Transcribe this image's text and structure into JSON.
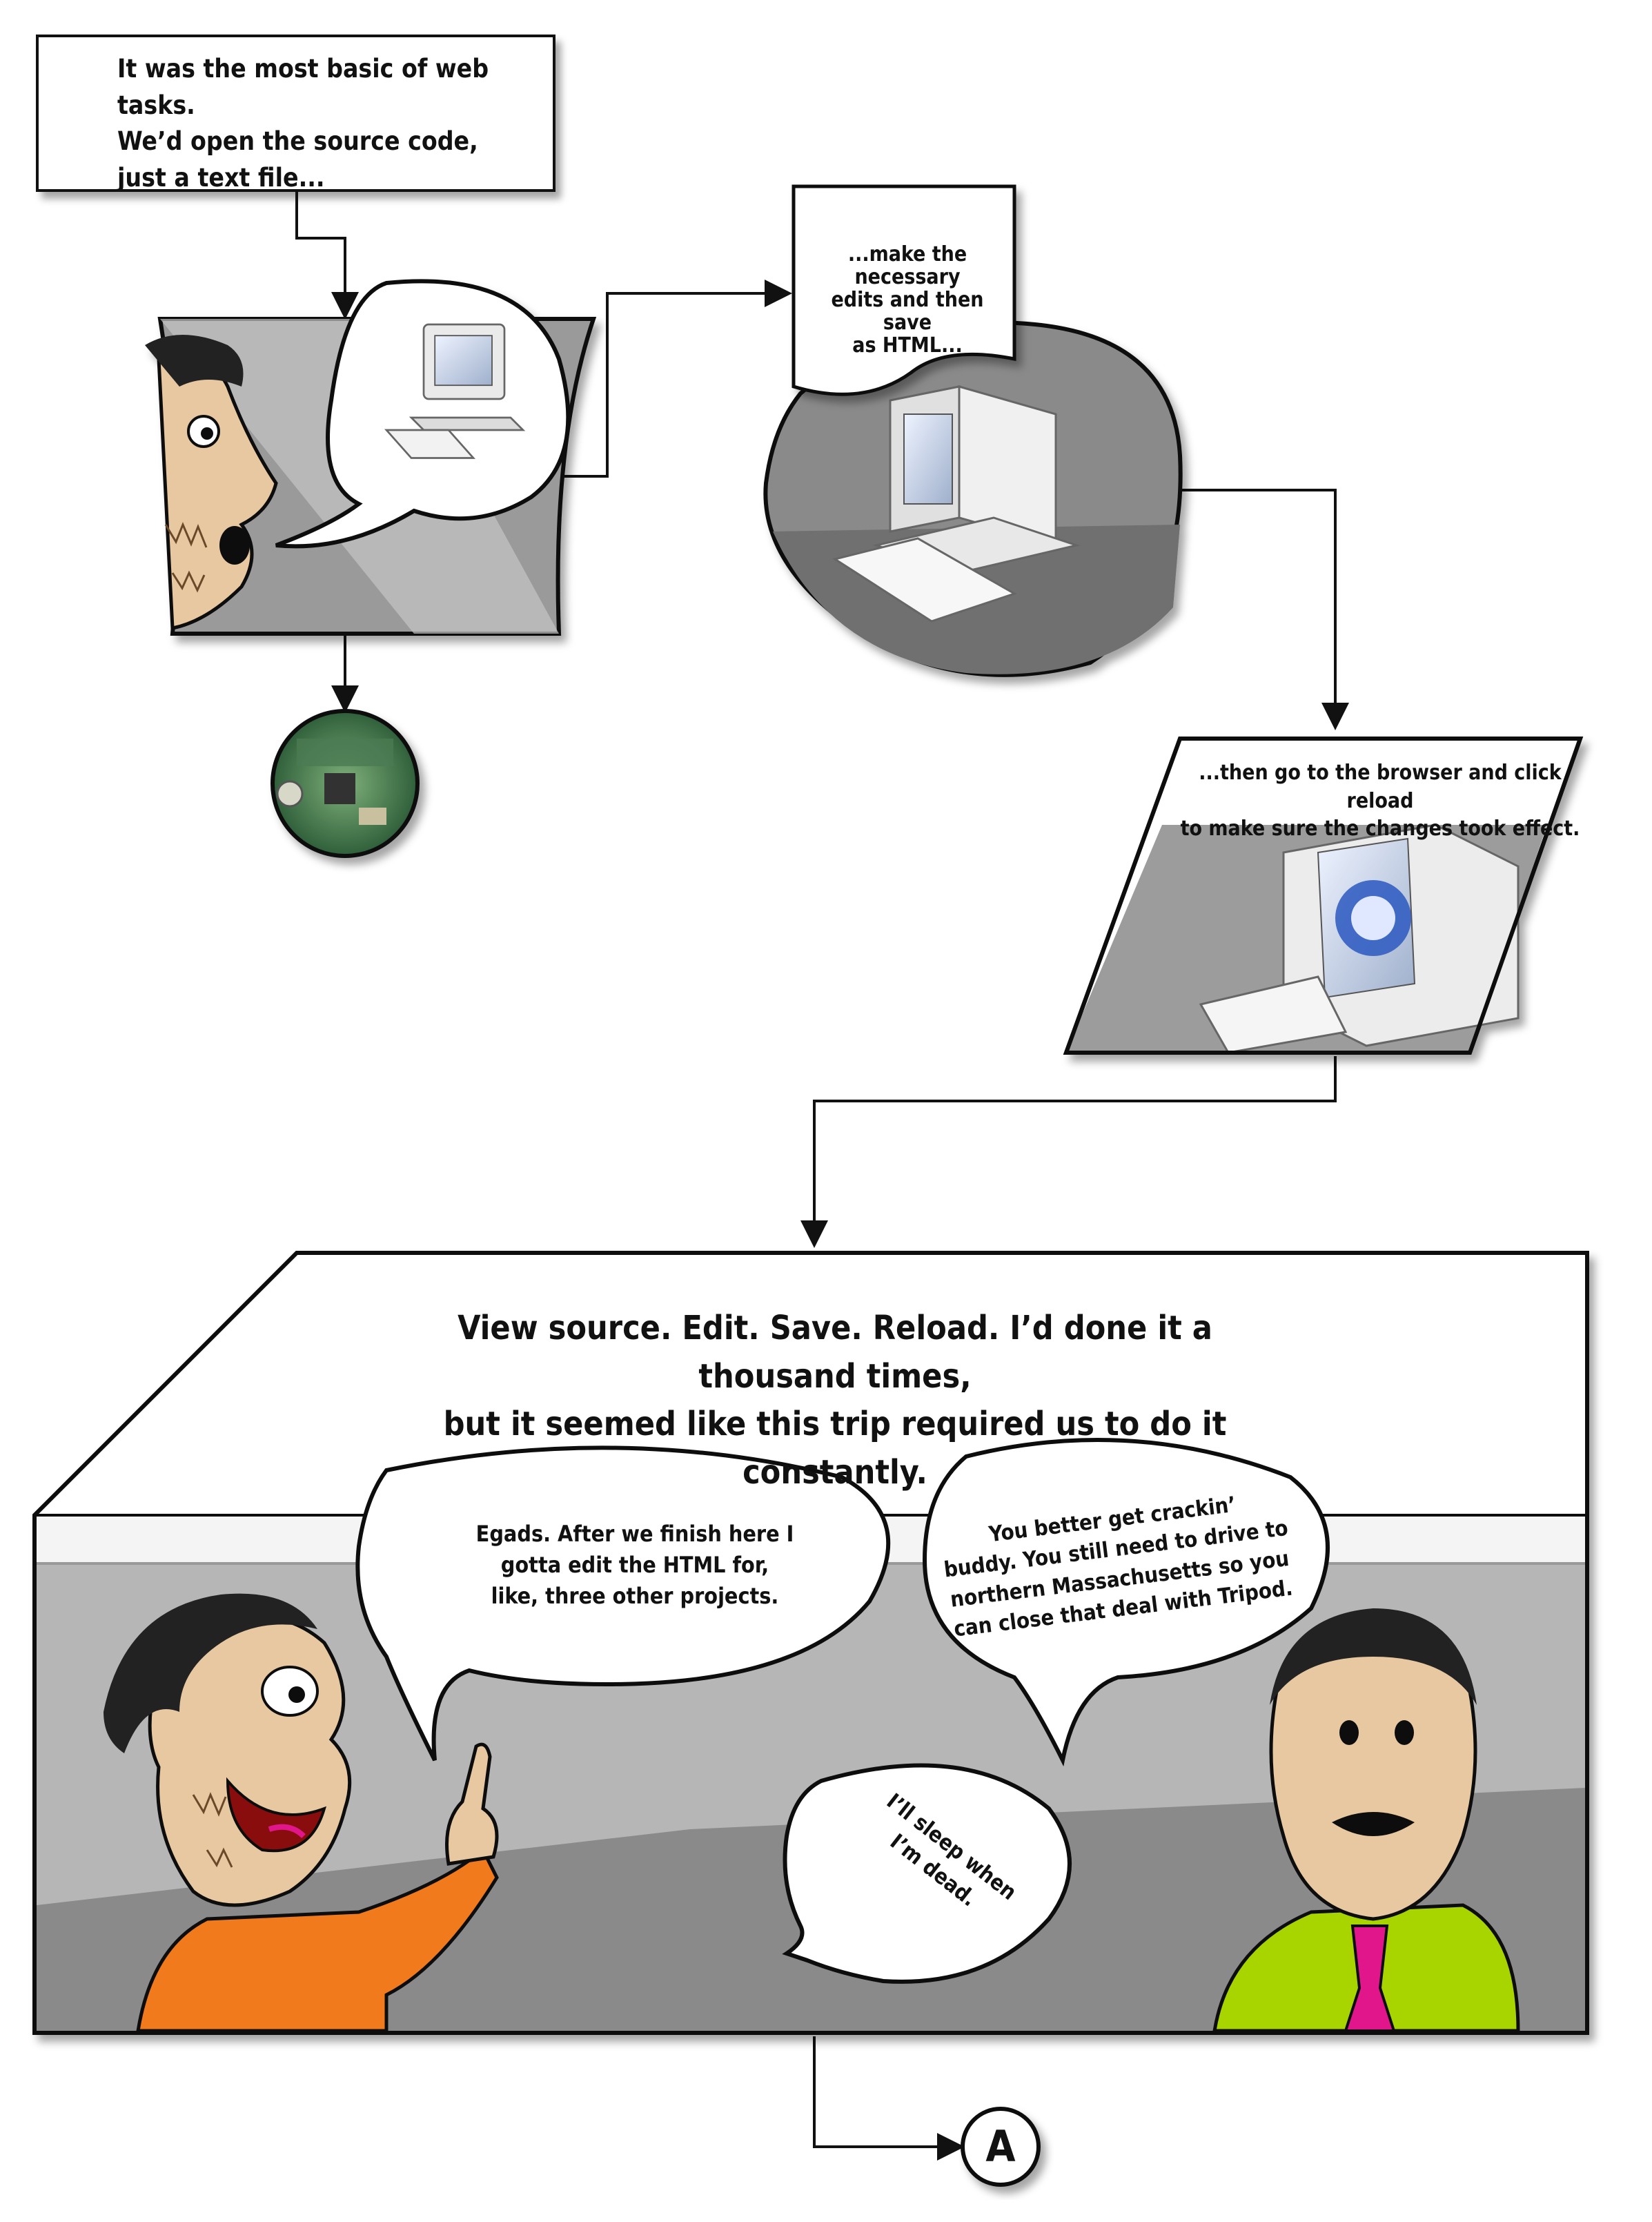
{
  "captions": {
    "intro": "It was the most basic of web tasks.\nWe’d open the source code,\njust a text file...",
    "edit": "...make the necessary\nedits and then save\nas HTML...",
    "reload": "...then go to the browser and click reload\nto make sure the changes took effect.",
    "main": "View source. Edit. Save. Reload. I’d done it a thousand times,\nbut it seemed like this trip required us to do it constantly."
  },
  "bubbles": {
    "left_guy": "Egads. After we finish here I\ngotta edit the HTML for,\nlike, three other projects.",
    "right_guy": "You better get crackin’\nbuddy. You still need to drive to\nnorthern Massachusetts so you\ncan close that deal with Tripod.",
    "reply": "I’ll sleep when\nI’m dead."
  },
  "connector": {
    "label": "A"
  },
  "colors": {
    "ink": "#111111",
    "floor_gray": "#8a8a8a",
    "wall_gray": "#b4b4b4",
    "skin": "#e7c8a0",
    "orange_shirt": "#f07a1a",
    "lime_shirt": "#a8d400",
    "tie": "#e0198a"
  }
}
